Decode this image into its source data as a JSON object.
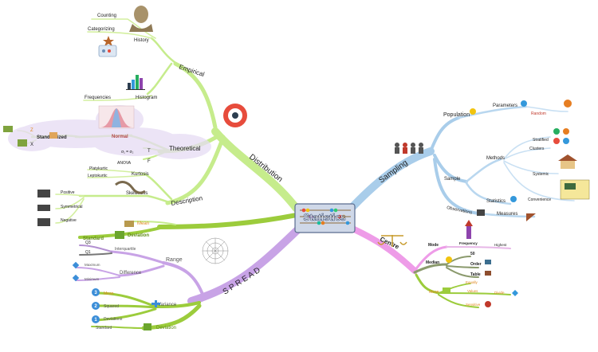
{
  "central": {
    "title": "Statistics"
  },
  "branches": {
    "distribution": "Distribution",
    "sampling": "Sampling",
    "spread": "S P R E A D",
    "centre": "Centre"
  },
  "distribution": {
    "empirical": "Empirical",
    "history": "History",
    "counting": "Counting",
    "categorizing": "Categorizing",
    "histogram": "Histogram",
    "frequencies": "Frequencies",
    "theoretical": "Theoretical",
    "normal": "Normal",
    "standardized": "Standardized",
    "z": "Z",
    "x": "X",
    "t": "T",
    "f": "F",
    "anova": "ANOVA",
    "formula": "σ₁ = σ₂",
    "description": "Description",
    "kurtosis": "Kurtosis",
    "platykurtic": "Platykurtic",
    "leptokurtic": "Leptokurtic",
    "skewness": "Skewness",
    "positive": "Positive",
    "symmetrical": "Symmetrical",
    "negative": "Negative",
    "mean": "Mean",
    "deviation": "Deviation",
    "standard": "Standard"
  },
  "sampling": {
    "population": "Population",
    "parameters": "Parameters",
    "random": "Random",
    "sample": "Sample",
    "methods": "Methods",
    "stratified": "Stratified",
    "clusters": "Clusters",
    "systemic": "Systemic",
    "convenience": "Convenience",
    "statistics": "Statistics",
    "observations": "Observations",
    "measures": "Measures"
  },
  "spread": {
    "range": "Range",
    "interquartile": "Interquartile",
    "q3": "Q3",
    "q1": "Q1",
    "difference": "Difference",
    "maximum": "Maximum",
    "minimum": "Minimum",
    "variance": "Variance",
    "mean": "Mean",
    "squared": "Squared",
    "deviations": "Deviations",
    "deviation": "Deviation",
    "standard": "Standard",
    "n1": "3",
    "n2": "2",
    "n3": "1"
  },
  "centre": {
    "mode": "Mode",
    "highest": "Highest",
    "frequency": "Frequency",
    "median": "Median",
    "fifty": "50",
    "order": "Order",
    "table": "Table",
    "mean": "Mean",
    "values": "Values",
    "divide": "Divide",
    "sensitive": "Sensitive",
    "equally": "Equally"
  },
  "colors": {
    "distribution": "#b7e07a",
    "sampling": "#a9cdea",
    "spread": "#c8a3e6",
    "centre": "#ee9ce8"
  }
}
